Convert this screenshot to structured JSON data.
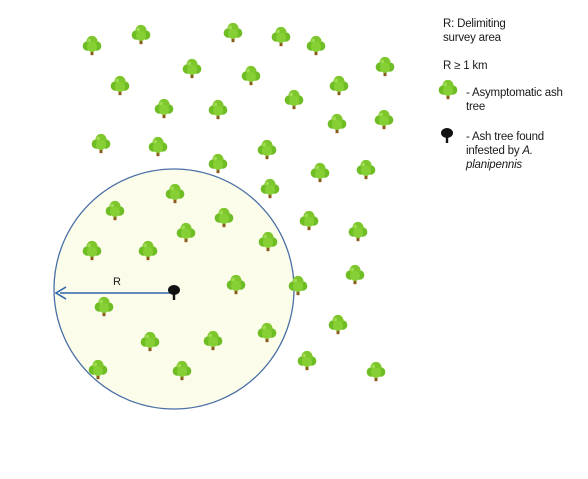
{
  "diagram": {
    "radius_label": "R",
    "legend": {
      "title_line1": "R: Delimiting",
      "title_line2": "survey area",
      "range": "R ≥ 1 km",
      "asymptomatic_label": "- Asymptomatic ash tree",
      "infested_prefix": "- Ash tree found infested by ",
      "infested_species": "A. planipennis"
    },
    "colors": {
      "tree_crown": "#7dc72d",
      "tree_crown_shade": "#5aa81a",
      "tree_trunk": "#8a5a1c",
      "infested_tree": "#111111",
      "circle_stroke": "#4a6fa5",
      "circle_fill": "#fbfcea",
      "arrow": "#2f63ad"
    }
  }
}
